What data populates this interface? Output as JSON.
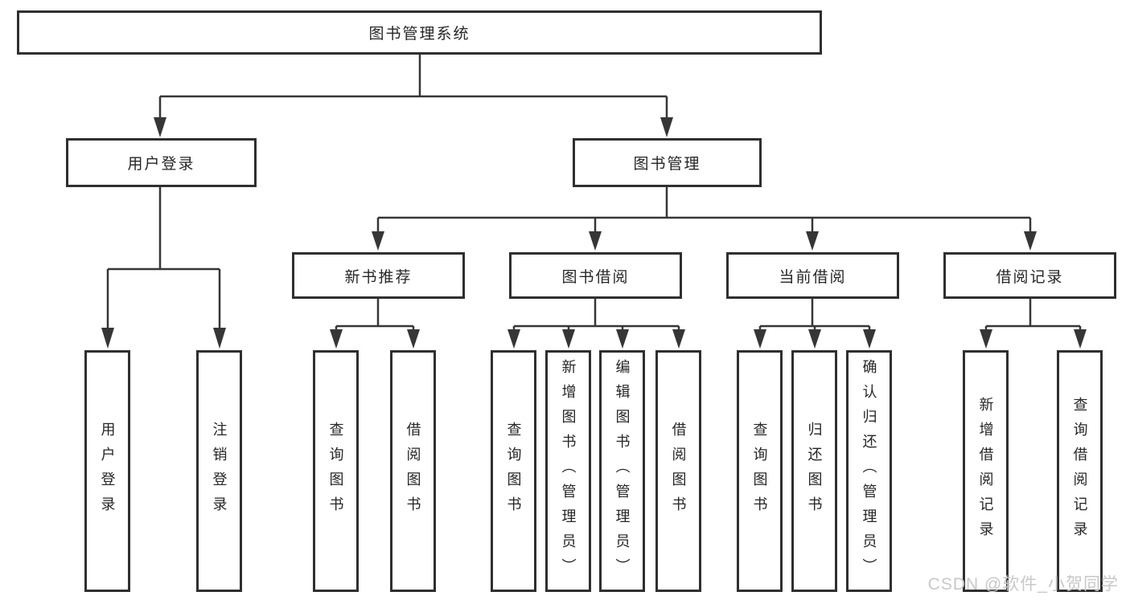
{
  "colors": {
    "background": "#ffffff",
    "box_border": "#2f2f2f",
    "line": "#363636",
    "text": "#262626",
    "watermark": "#c8c8c8"
  },
  "diagram": {
    "root": "图书管理系统",
    "branches": [
      {
        "label": "用户登录",
        "children": [
          "用户登录",
          "注销登录"
        ]
      },
      {
        "label": "图书管理",
        "children": [
          {
            "label": "新书推荐",
            "children": [
              "查询图书",
              "借阅图书"
            ]
          },
          {
            "label": "图书借阅",
            "children": [
              "查询图书",
              "新增图书（管理员）",
              "编辑图书（管理员）",
              "借阅图书"
            ]
          },
          {
            "label": "当前借阅",
            "children": [
              "查询图书",
              "归还图书",
              "确认归还（管理员）"
            ]
          },
          {
            "label": "借阅记录",
            "children": [
              "新增借阅记录",
              "查询借阅记录"
            ]
          }
        ]
      }
    ]
  },
  "watermark": {
    "text": "CSDN @软件_小贺同学"
  }
}
